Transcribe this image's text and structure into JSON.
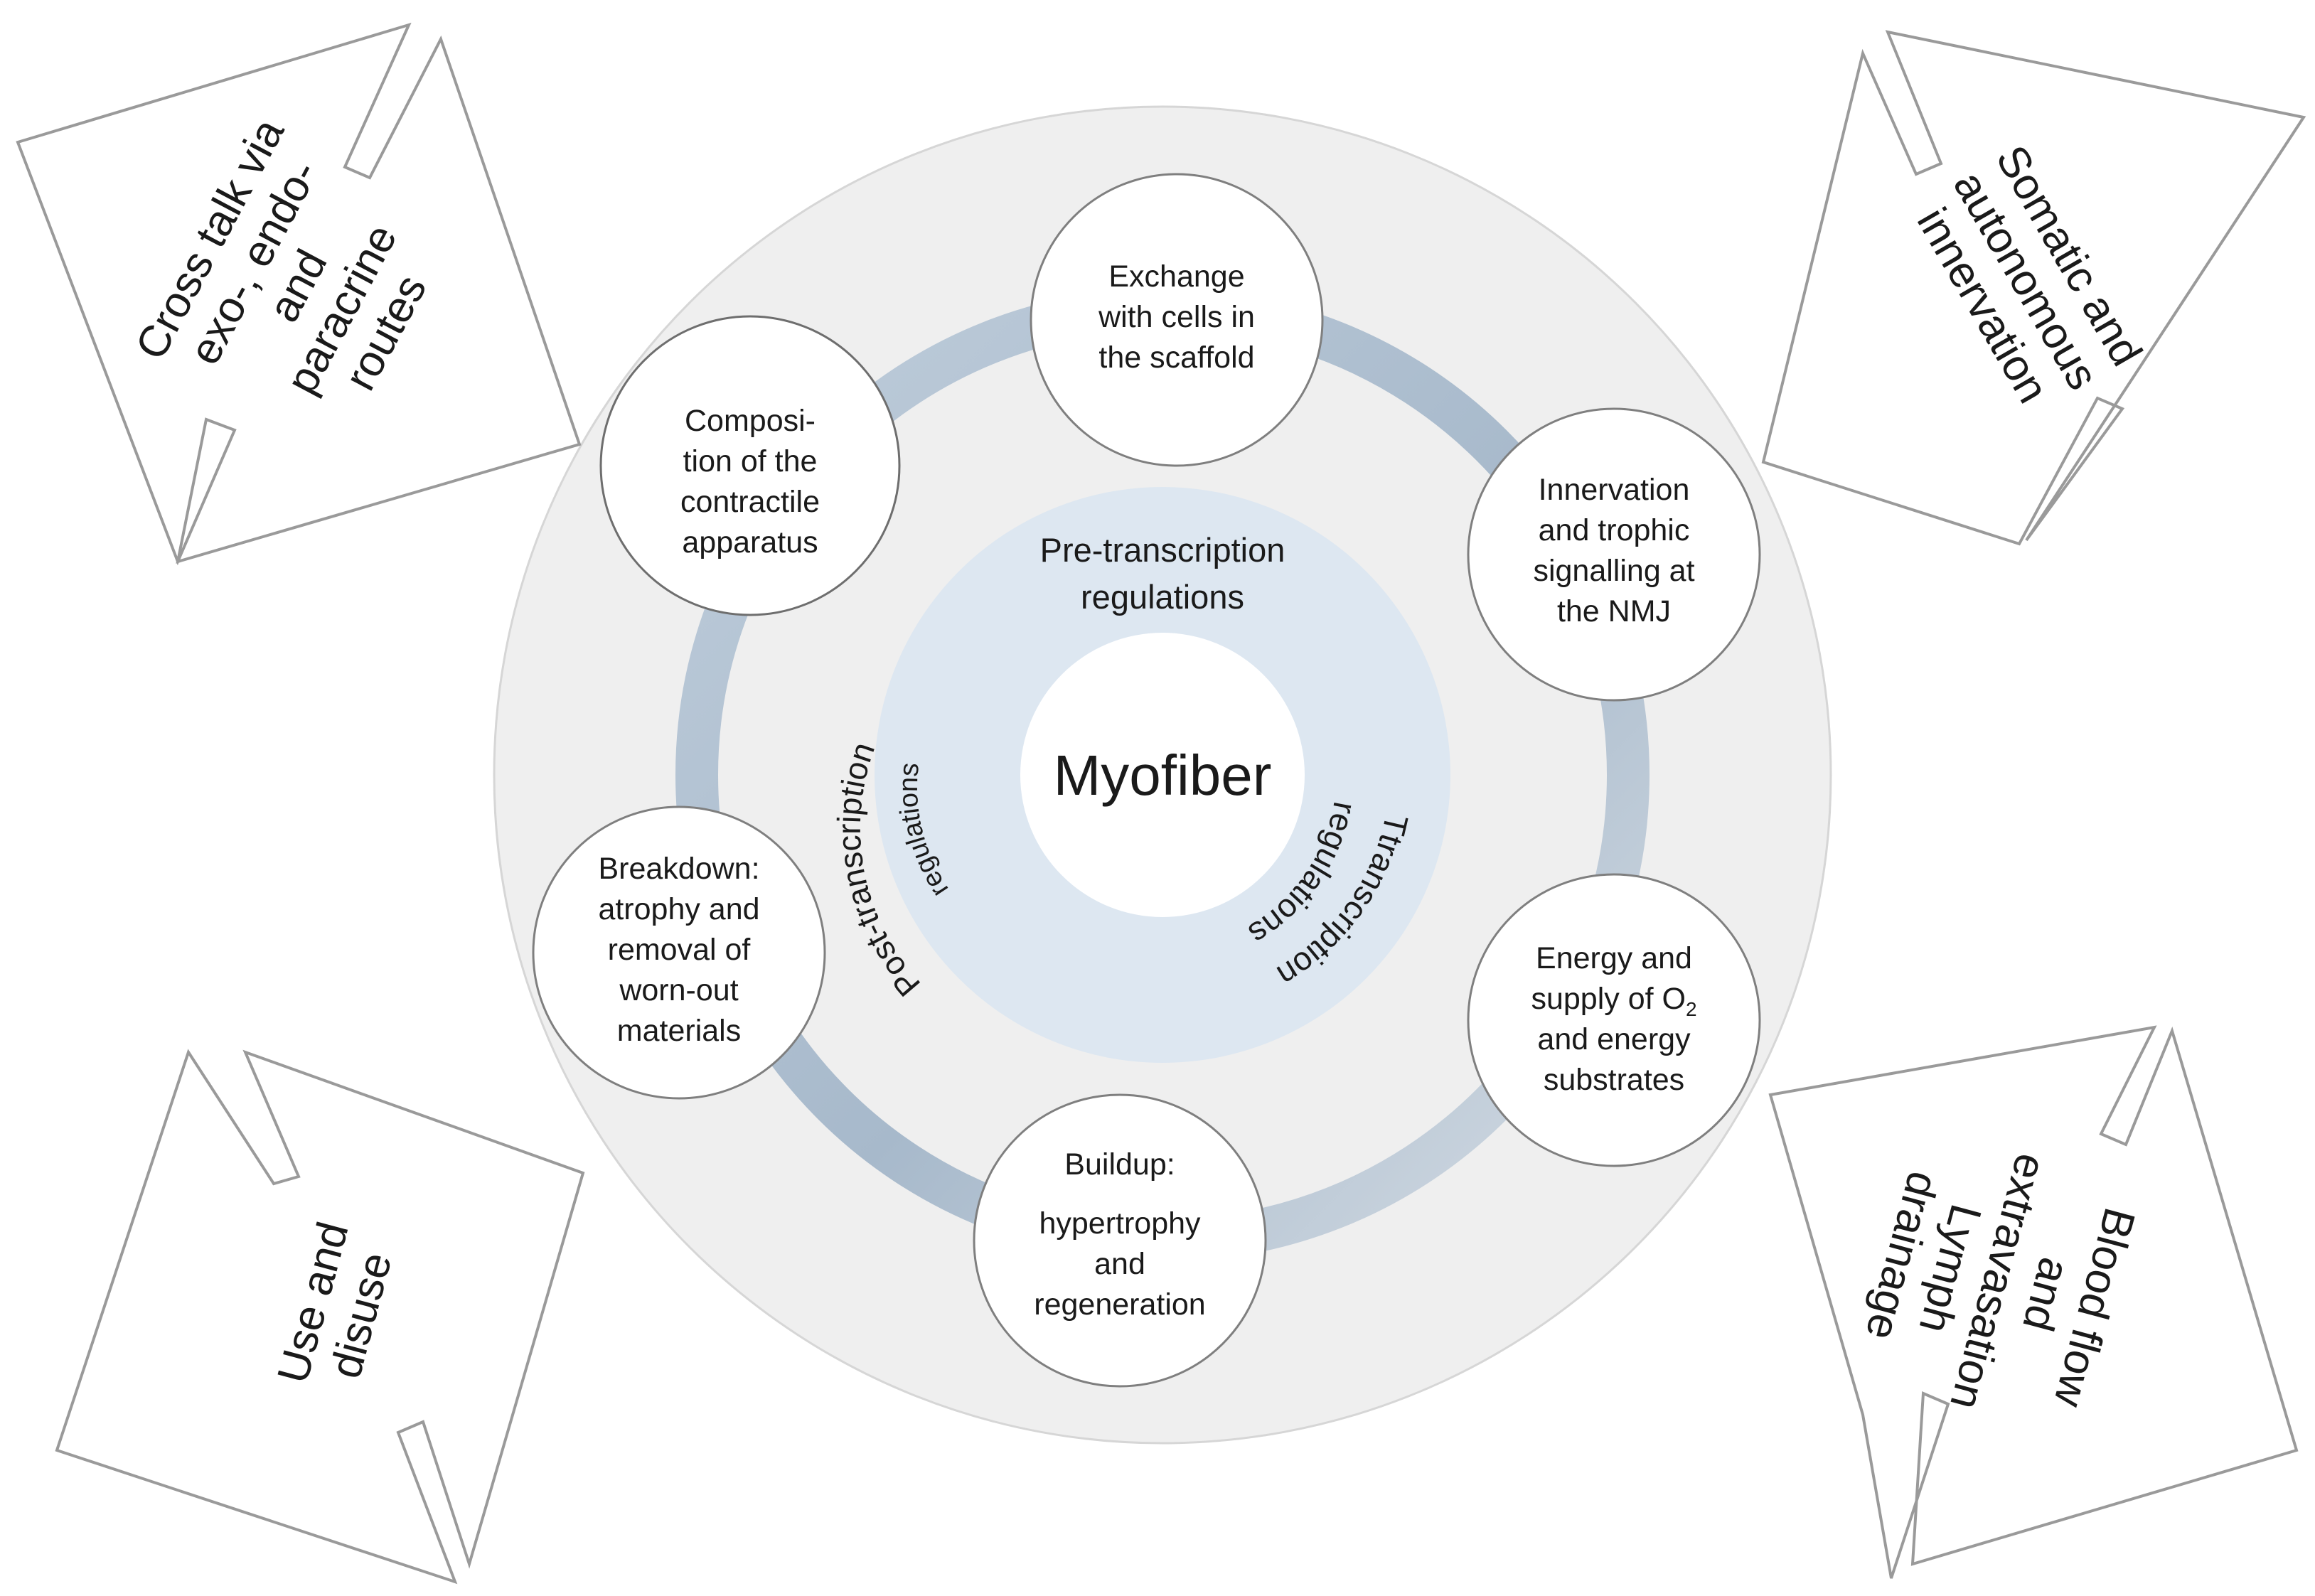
{
  "diagram": {
    "center": {
      "label": "Myofiber"
    },
    "inner_regulations": {
      "pre": [
        "Pre-transcription",
        "regulations"
      ],
      "post": {
        "line1": "Post-transcription",
        "line2": "regulations"
      },
      "trans": {
        "line1": "Ttranscription",
        "line2": "regulations"
      }
    },
    "nodes": {
      "exchange": [
        "Exchange",
        "with cells in",
        "the scaffold"
      ],
      "innervation": [
        "Innervation",
        "and trophic",
        "signalling at",
        "the NMJ"
      ],
      "energy": {
        "l1": "Energy and",
        "l2a": "supply of O",
        "l2sub": "2",
        "l3": "and energy",
        "l4": "substrates"
      },
      "buildup": [
        "Buildup:",
        "hypertrophy",
        "and",
        "regeneration"
      ],
      "breakdown": [
        "Breakdown:",
        "atrophy and",
        "removal of",
        "worn-out",
        "materials"
      ],
      "composition": [
        "Composi-",
        "tion of the",
        "contractile",
        "apparatus"
      ]
    },
    "corners": {
      "top_left": [
        "Cross talk via",
        "exo-, endo-",
        "and",
        "paracrine",
        "routes"
      ],
      "top_right": [
        "Somatic and",
        "autonomous",
        "innervation"
      ],
      "bottom_left": [
        "Use and",
        "disuse"
      ],
      "bottom_right": [
        "Blood flow",
        "and",
        "extravasation",
        "Lymph",
        "drainage"
      ]
    },
    "colors": {
      "outer_disc": "#efefef",
      "ring": "#b3c4d4",
      "inner_disc": "#dde7f1",
      "node_fill": "#ffffff",
      "node_stroke": "#7f7f7f",
      "corner_stroke": "#9a9a9a"
    }
  }
}
